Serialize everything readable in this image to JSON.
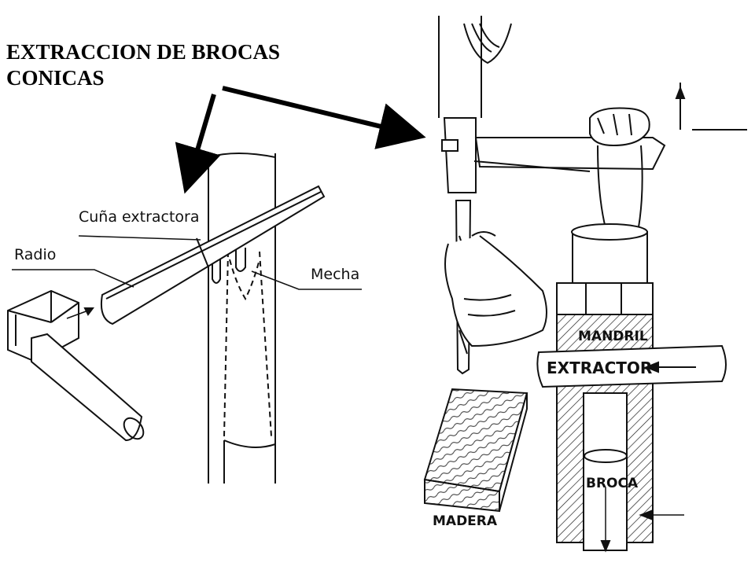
{
  "title": {
    "line1": "EXTRACCION DE BROCAS",
    "line2": "CONICAS"
  },
  "labels": {
    "wedge": "Cuña extractora",
    "radius": "Radio",
    "bit": "Mecha",
    "chuck": "MANDRIL",
    "extractor": "EXTRACTOR",
    "drill": "BROCA",
    "wood": "MADERA"
  }
}
